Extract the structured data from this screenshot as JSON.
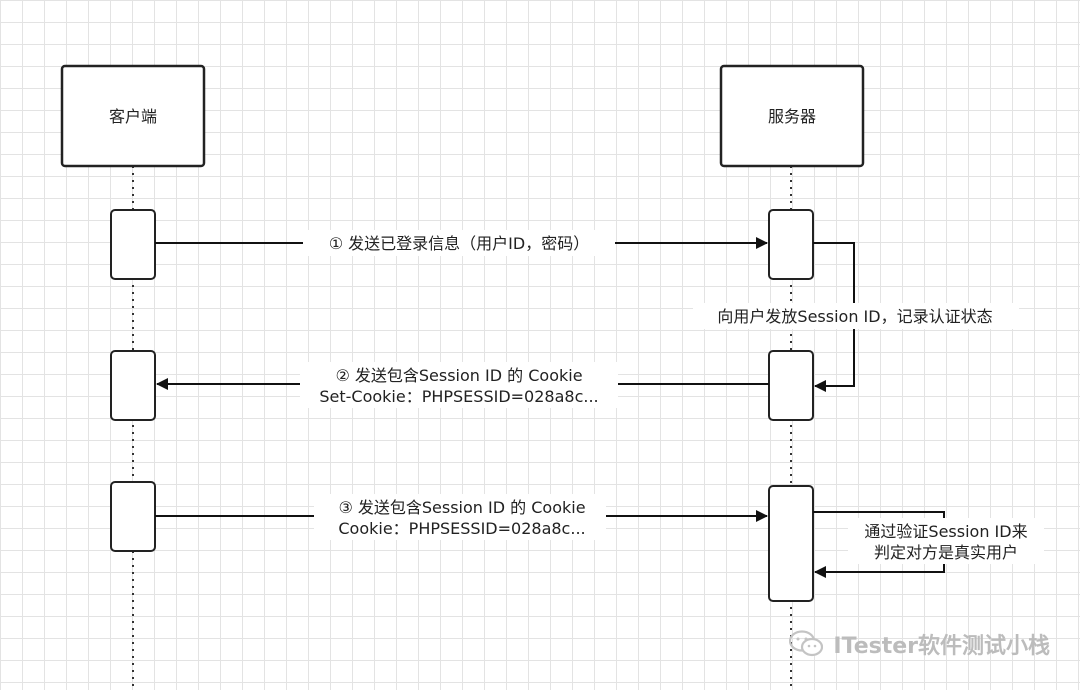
{
  "participants": {
    "client": "客户端",
    "server": "服务器"
  },
  "messages": {
    "m1": "① 发送已登录信息（用户ID，密码）",
    "note1": "向用户发放Session ID，记录认证状态",
    "m2_line1": "② 发送包含Session ID 的 Cookie",
    "m2_line2": "Set-Cookie：PHPSESSID=028a8c...",
    "m3_line1": "③ 发送包含Session ID 的 Cookie",
    "m3_line2": "Cookie：PHPSESSID=028a8c...",
    "note2_line1": "通过验证Session ID来",
    "note2_line2": "判定对方是真实用户"
  },
  "watermark": {
    "text": "ITester软件测试小栈",
    "icon": "wechat-icon"
  }
}
